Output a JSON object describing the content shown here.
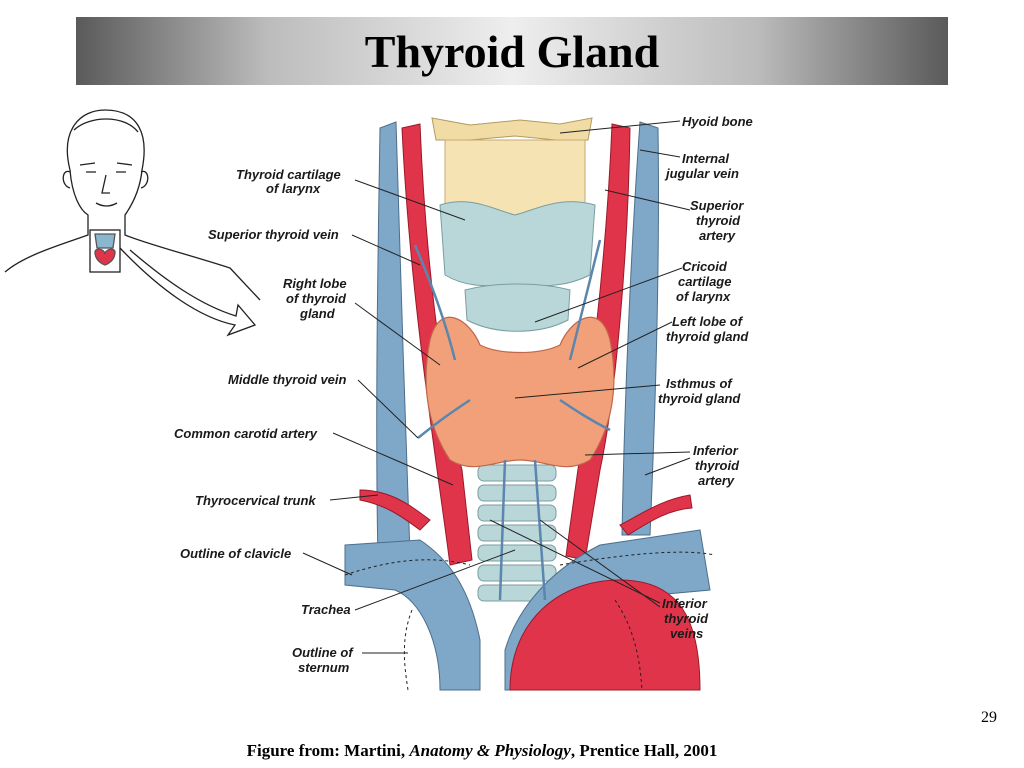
{
  "title": "Thyroid Gland",
  "slide_number": "29",
  "caption": {
    "prefix": "Figure from: Martini, ",
    "book": "Anatomy & Physiology",
    "suffix": ", Prentice Hall, 2001"
  },
  "labels": {
    "hyoid_bone": "Hyoid bone",
    "internal_jugular_1": "Internal",
    "internal_jugular_2": "jugular vein",
    "thyroid_cartilage_1": "Thyroid cartilage",
    "thyroid_cartilage_2": "of larynx",
    "superior_thyroid_vein": "Superior thyroid vein",
    "superior_thyroid_artery_1": "Superior",
    "superior_thyroid_artery_2": "thyroid",
    "superior_thyroid_artery_3": "artery",
    "cricoid_1": "Cricoid",
    "cricoid_2": "cartilage",
    "cricoid_3": "of larynx",
    "right_lobe_1": "Right lobe",
    "right_lobe_2": "of thyroid",
    "right_lobe_3": "gland",
    "left_lobe_1": "Left lobe of",
    "left_lobe_2": "thyroid gland",
    "middle_thyroid_vein": "Middle thyroid vein",
    "isthmus_1": "Isthmus of",
    "isthmus_2": "thyroid gland",
    "common_carotid": "Common carotid artery",
    "inferior_thyroid_artery_1": "Inferior",
    "inferior_thyroid_artery_2": "thyroid",
    "inferior_thyroid_artery_3": "artery",
    "thyrocervical_trunk": "Thyrocervical trunk",
    "outline_clavicle": "Outline of clavicle",
    "trachea": "Trachea",
    "inferior_thyroid_veins_1": "Inferior",
    "inferior_thyroid_veins_2": "thyroid",
    "inferior_thyroid_veins_3": "veins",
    "outline_sternum_1": "Outline of",
    "outline_sternum_2": "sternum"
  },
  "colors": {
    "vein": "#7ea7c8",
    "artery": "#e0344a",
    "thyroid": "#f2a07a",
    "cartilage": "#b9d6d8",
    "hyoid": "#f2dca6"
  }
}
